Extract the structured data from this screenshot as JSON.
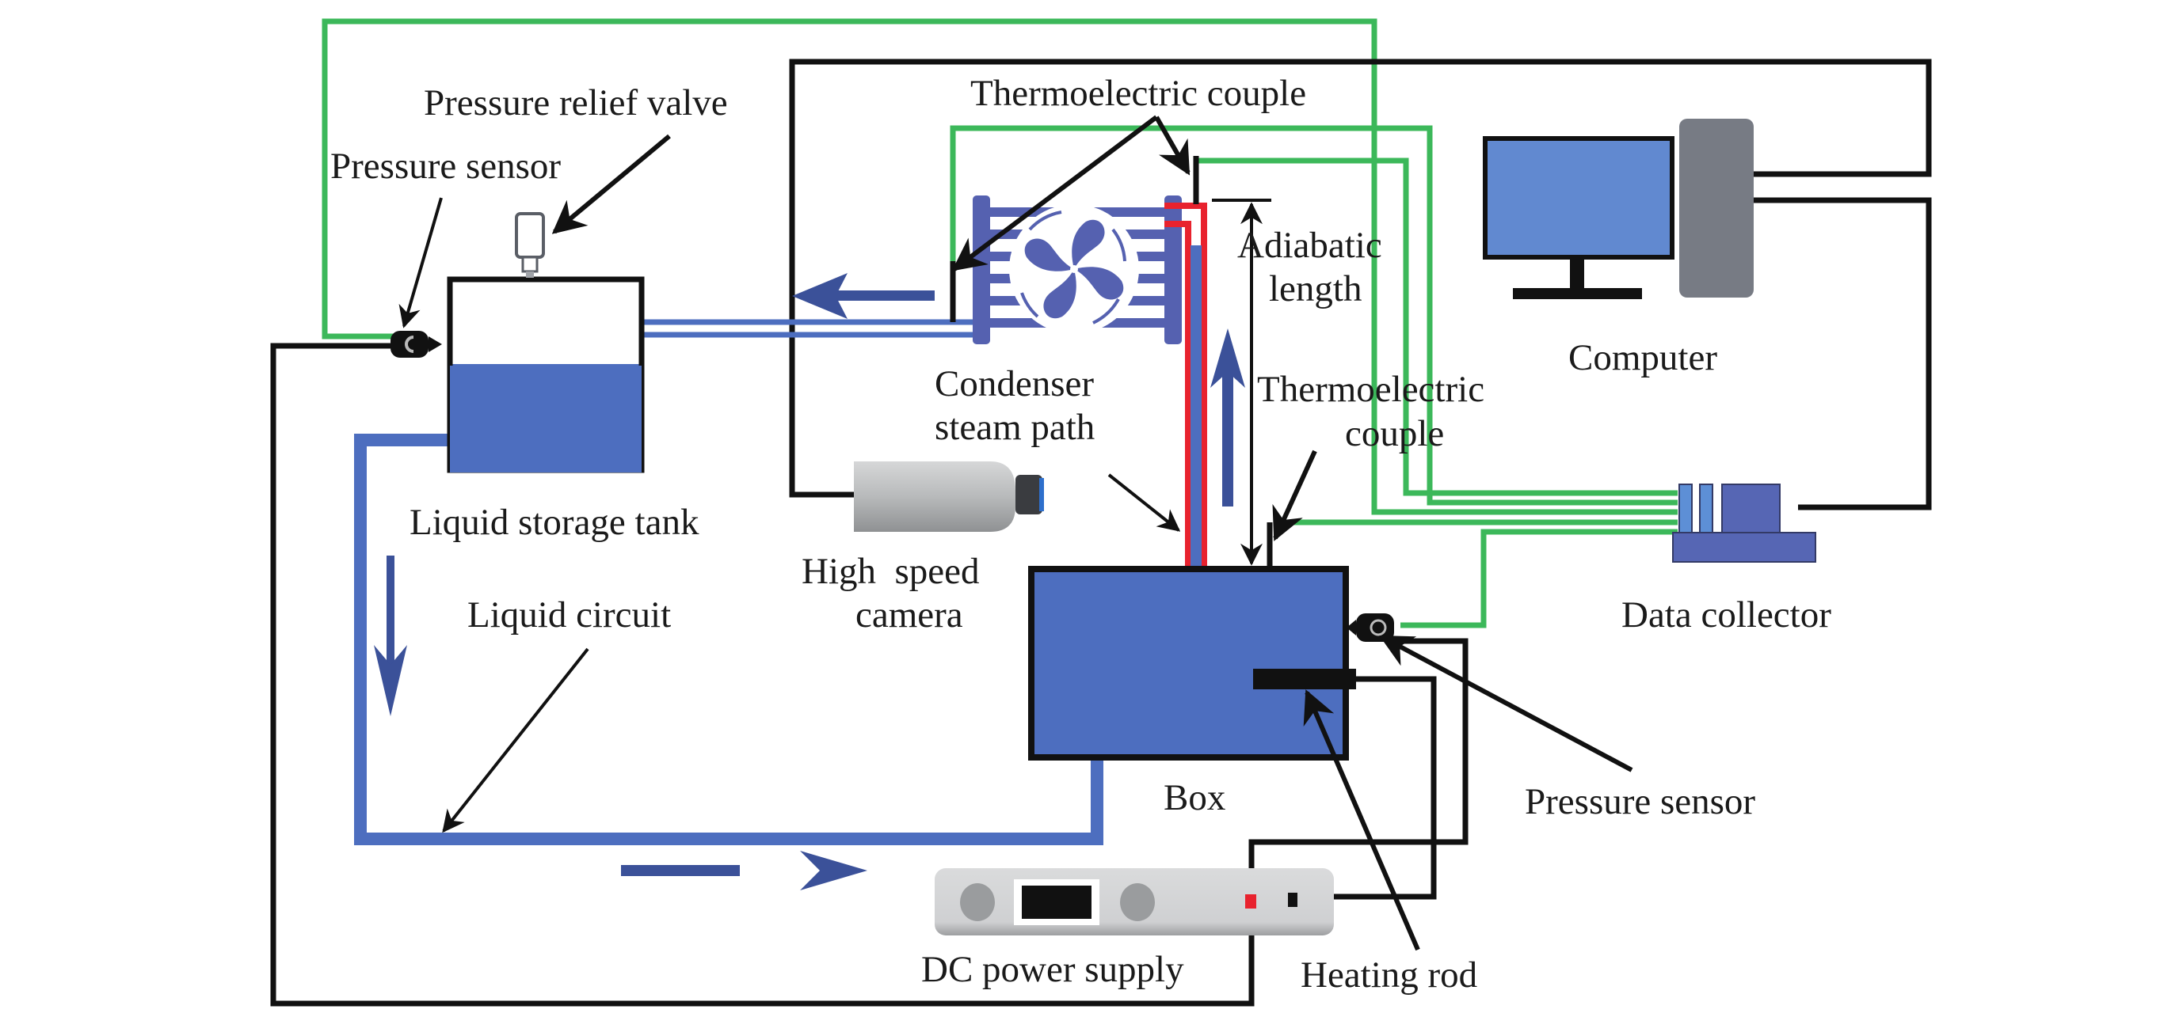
{
  "figure": {
    "description": "Experimental setup schematic for a loop thermosyphon / heat pipe test rig",
    "colors": {
      "liquid_blue": "#4d6ebf",
      "condenser_blue": "#5561b0",
      "monitor_blue": "#6189d0",
      "tower_gray": "#777b84",
      "signal_green": "#3cb85a",
      "wire_black": "#111111",
      "hot_red": "#e8222e",
      "flow_arrow_blue": "#3b5199",
      "camera_gray": "#b4b6b8",
      "psu_gray": "#d2d3d5"
    }
  },
  "labels": {
    "pressure_relief_valve": "Pressure relief valve",
    "pressure_sensor_tank": "Pressure sensor",
    "thermocouple_top": "Thermoelectric couple",
    "adiabatic_line1": "Adiabatic",
    "adiabatic_line2": "length",
    "computer": "Computer",
    "condenser_line1": "Condenser",
    "condenser_line2": "steam path",
    "thermocouple_box_line1": "Thermoelectric",
    "thermocouple_box_line2": "couple",
    "liquid_storage_tank": "Liquid storage tank",
    "high_speed_line1": "High  speed",
    "high_speed_line2": "camera",
    "liquid_circuit": "Liquid circuit",
    "data_collector": "Data collector",
    "box": "Box",
    "pressure_sensor_box": "Pressure sensor",
    "dc_power_supply": "DC power supply",
    "heating_rod": "Heating rod"
  },
  "components": [
    {
      "id": "liquid-storage-tank",
      "label_key": "liquid_storage_tank",
      "liquid_fill_fraction": 0.56
    },
    {
      "id": "pressure-relief-valve",
      "label_key": "pressure_relief_valve"
    },
    {
      "id": "pressure-sensor-tank",
      "label_key": "pressure_sensor_tank"
    },
    {
      "id": "condenser",
      "label_key": "condenser_line1"
    },
    {
      "id": "high-speed-camera",
      "label_key": "high_speed_line1"
    },
    {
      "id": "box",
      "label_key": "box"
    },
    {
      "id": "heating-rod",
      "label_key": "heating_rod"
    },
    {
      "id": "pressure-sensor-box",
      "label_key": "pressure_sensor_box"
    },
    {
      "id": "data-collector",
      "label_key": "data_collector"
    },
    {
      "id": "computer",
      "label_key": "computer"
    },
    {
      "id": "dc-power-supply",
      "label_key": "dc_power_supply"
    }
  ],
  "flow_directions": [
    {
      "id": "condensate-return",
      "direction": "left"
    },
    {
      "id": "steam-rise",
      "direction": "up"
    },
    {
      "id": "liquid-down",
      "direction": "down"
    },
    {
      "id": "liquid-return",
      "direction": "right"
    }
  ]
}
